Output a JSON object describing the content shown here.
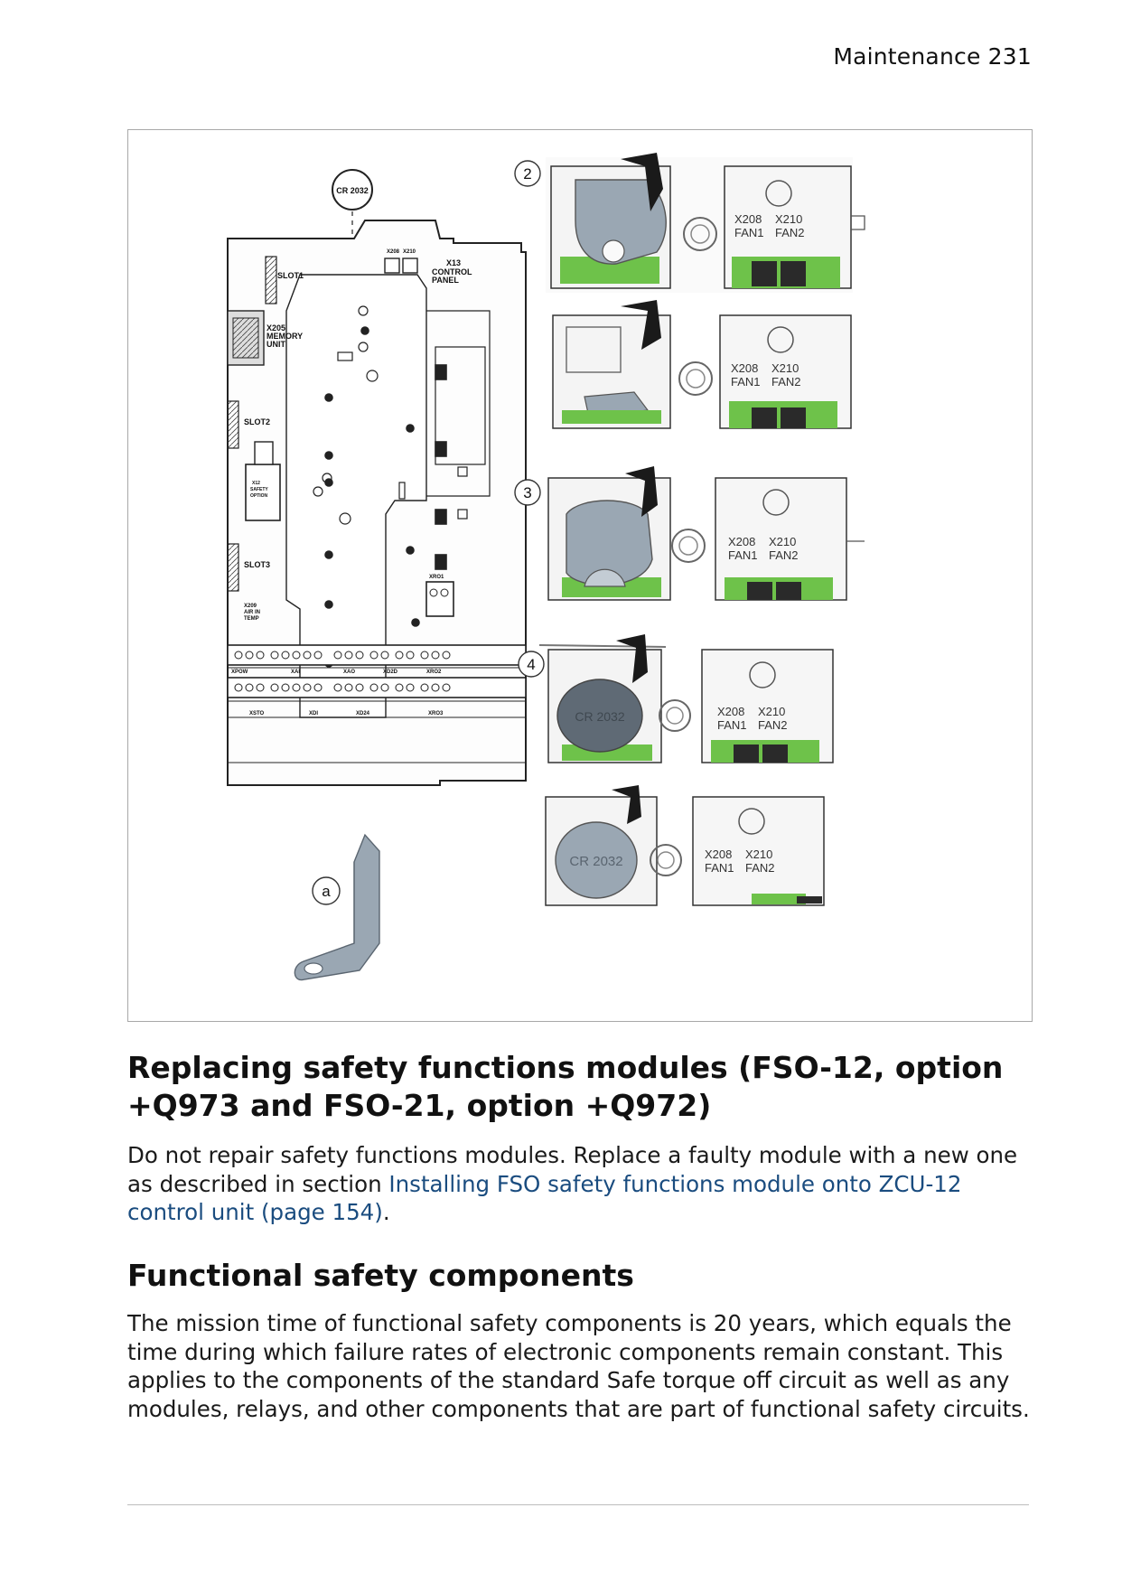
{
  "header": {
    "page_label": "Maintenance 231"
  },
  "figure": {
    "callouts": [
      "2",
      "3",
      "4",
      "a"
    ],
    "battery_label": "CR 2032",
    "fan_labels": {
      "x208": "X208",
      "x210": "X210",
      "fan1": "FAN1",
      "fan2": "FAN2"
    },
    "board_labels": {
      "slot1": "SLOT1",
      "slot2": "SLOT2",
      "slot3": "SLOT3",
      "x205": "X205",
      "memory": "MEMORY",
      "unit": "UNIT",
      "x13": "X13",
      "control": "CONTROL",
      "panel": "PANEL",
      "x208_small": "X208",
      "x210_small": "X210",
      "x12": "X12",
      "safety": "SAFETY",
      "option": "OPTION",
      "x209": "X209",
      "air_in": "AIR IN",
      "temp": "TEMP",
      "xpow": "XPOW",
      "xai": "XAI",
      "xao": "XAO",
      "xd2d": "XD2D",
      "xro2": "XRO2",
      "xro1": "XRO1",
      "xsto": "XSTO",
      "xdi": "XDI",
      "xd24": "XD24",
      "xro3": "XRO3"
    }
  },
  "sections": [
    {
      "heading": "Replacing safety functions modules (FSO-12, option +Q973 and FSO-21, option +Q972)",
      "body_before_link": "Do not repair safety functions modules. Replace a faulty module with a new one as described in section ",
      "link_text": "Installing FSO safety functions module onto ZCU-12 control unit (page 154)",
      "body_after_link": "."
    },
    {
      "heading": "Functional safety components",
      "body": "The mission time of functional safety components is 20 years, which equals the time during which failure rates of electronic components remain constant. This applies to the components of the standard Safe torque off circuit as well as any modules, relays, and other components that are part of functional safety circuits."
    }
  ],
  "colors": {
    "link": "#1a4c7f",
    "battery": "#9aa7b3",
    "pcb_green": "#6ec24a",
    "border": "#a8a8a8"
  }
}
